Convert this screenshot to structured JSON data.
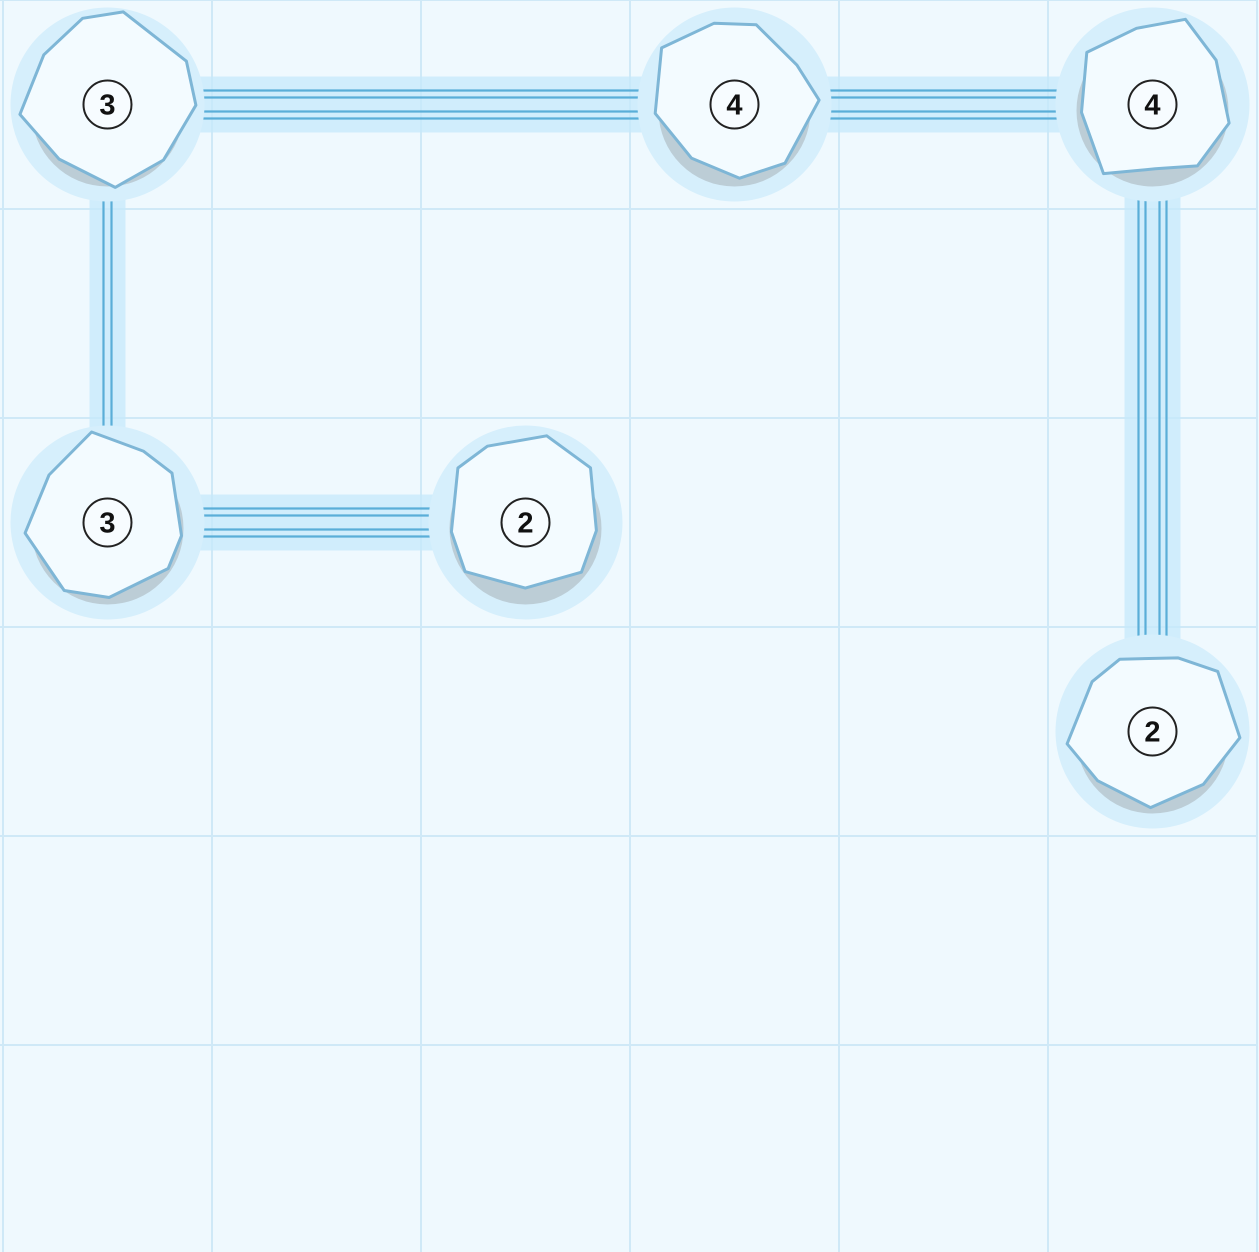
{
  "puzzle": {
    "grid_cols": 6,
    "grid_rows": 6,
    "islands": [
      {
        "id": "a",
        "col": 0,
        "row": 0,
        "label": "3",
        "required": 3
      },
      {
        "id": "b",
        "col": 3,
        "row": 0,
        "label": "4",
        "required": 4
      },
      {
        "id": "c",
        "col": 5,
        "row": 0,
        "label": "4",
        "required": 4
      },
      {
        "id": "d",
        "col": 0,
        "row": 2,
        "label": "3",
        "required": 3
      },
      {
        "id": "e",
        "col": 2,
        "row": 2,
        "label": "2",
        "required": 2
      },
      {
        "id": "f",
        "col": 5,
        "row": 3,
        "label": "2",
        "required": 2
      }
    ],
    "bridges": [
      {
        "from": "a",
        "to": "b",
        "count": 2
      },
      {
        "from": "b",
        "to": "c",
        "count": 2
      },
      {
        "from": "a",
        "to": "d",
        "count": 1
      },
      {
        "from": "c",
        "to": "f",
        "count": 2
      },
      {
        "from": "d",
        "to": "e",
        "count": 2
      }
    ]
  },
  "colors": {
    "background": "#eff9fe",
    "grid_line": "#cfe9f7",
    "bridge_glow": "#c6e8fb",
    "bridge_line": "#5aaed8",
    "island_halo": "#d6effc",
    "island_shadow": "#b9c9d2",
    "island_fill": "#f3fbff",
    "island_stroke": "#7eb6d6",
    "label_ring": "#222222",
    "label_fill": "#f7fcff"
  }
}
